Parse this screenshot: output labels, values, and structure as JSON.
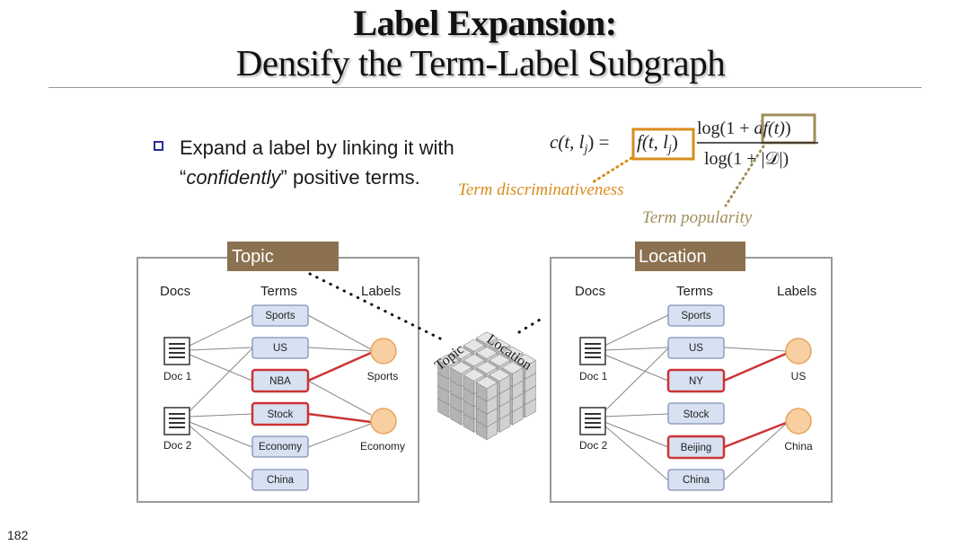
{
  "slide": {
    "title_line1": "Label Expansion:",
    "title_line2": "Densify the Term-Label Subgraph",
    "page_number": "182"
  },
  "bullet": {
    "before": "Expand a label by linking it with “",
    "emphasis": "confidently",
    "after": "” positive terms."
  },
  "formula": {
    "lhs": "c(t, l",
    "lhs_sub": "j",
    "lhs_close": ") =",
    "f_term": "f(t, l",
    "f_sub": "j",
    "f_close": ")",
    "numerator_pre": "log(1 +",
    "numerator_df": "df(t)",
    "numerator_close": ")",
    "denominator": "log(1 + |𝒟|)",
    "annotation_discriminativeness": "Term discriminativeness",
    "annotation_popularity": "Term popularity",
    "colors": {
      "orange": "#d88c1c",
      "olive": "#a08f5a"
    }
  },
  "cube": {
    "label_topic": "Topic",
    "label_location": "Location"
  },
  "panels": [
    {
      "header": "Topic",
      "col_docs": "Docs",
      "col_terms": "Terms",
      "col_labels": "Labels",
      "docs": [
        "Doc 1",
        "Doc 2"
      ],
      "terms": [
        "Sports",
        "US",
        "NBA",
        "Stock",
        "Economy",
        "China"
      ],
      "highlighted_terms": [
        "NBA",
        "Stock"
      ],
      "labels": [
        "Sports",
        "Economy"
      ]
    },
    {
      "header": "Location",
      "col_docs": "Docs",
      "col_terms": "Terms",
      "col_labels": "Labels",
      "docs": [
        "Doc 1",
        "Doc 2"
      ],
      "terms": [
        "Sports",
        "US",
        "NY",
        "Stock",
        "Beijing",
        "China"
      ],
      "highlighted_terms": [
        "NY",
        "Beijing"
      ],
      "labels": [
        "US",
        "China"
      ]
    }
  ],
  "colors": {
    "header_bg": "#8c7150",
    "term_fill": "#d7e1f2",
    "term_stroke": "#7f93b5",
    "highlight_stroke": "#cc3333",
    "label_fill": "#f8cfa0",
    "label_stroke": "#e6a35e",
    "edge": "#888888",
    "highlight_edge": "#cc3333"
  }
}
